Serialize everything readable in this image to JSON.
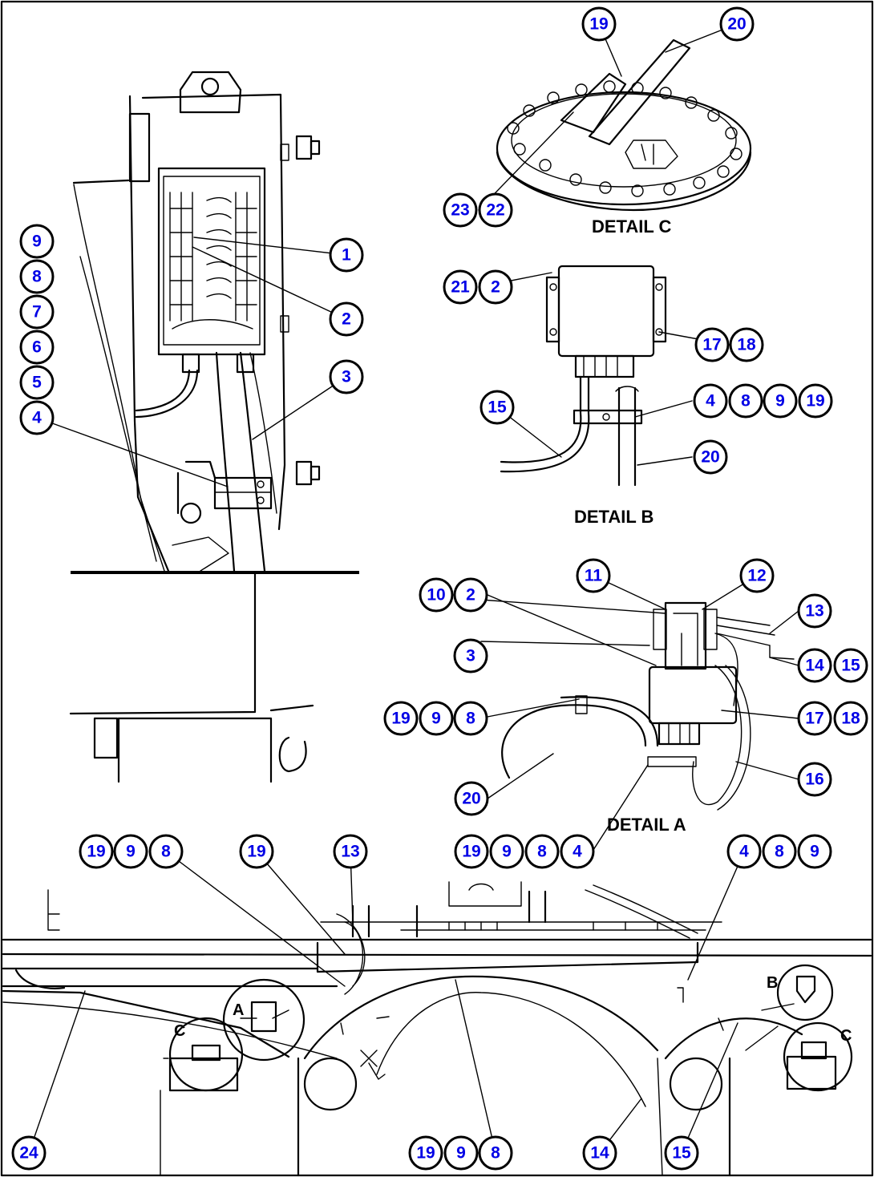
{
  "callouts": {
    "top_left": [
      "9",
      "8",
      "7",
      "6",
      "5",
      "4"
    ],
    "fuse_box": [
      "1",
      "2",
      "3"
    ],
    "detail_c": [
      "19",
      "20",
      "23",
      "22"
    ],
    "detail_b": [
      "21",
      "2",
      "17",
      "18",
      "15",
      "4",
      "8",
      "9",
      "19",
      "20"
    ],
    "detail_a": [
      "11",
      "12",
      "10",
      "2",
      "13",
      "3",
      "14",
      "15",
      "19",
      "9",
      "8",
      "17",
      "18",
      "16",
      "20"
    ],
    "bottom_top": [
      "19",
      "9",
      "8",
      "19",
      "13",
      "19",
      "9",
      "8",
      "4",
      "4",
      "8",
      "9"
    ],
    "bottom_bottom": [
      "24",
      "19",
      "9",
      "8",
      "14",
      "15"
    ]
  },
  "labels": {
    "detail_c": "DETAIL C",
    "detail_b": "DETAIL B",
    "detail_a": "DETAIL A",
    "view_a": "A",
    "view_b": "B",
    "view_c_left": "C",
    "view_c_right": "C"
  },
  "colors": {
    "callout_text": "#0000e6",
    "line": "#000000",
    "background": "#ffffff"
  }
}
